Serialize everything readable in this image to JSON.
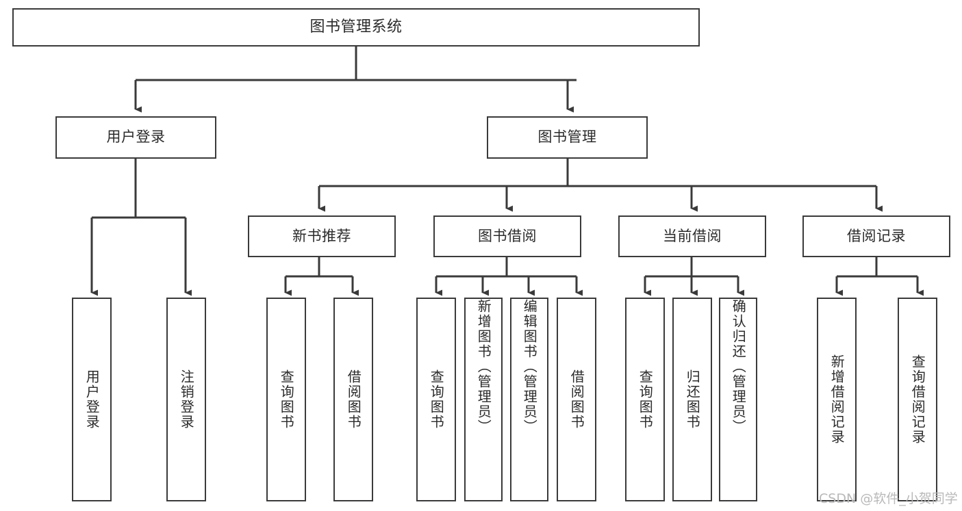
{
  "diagram": {
    "title": "图书管理系统",
    "type": "tree",
    "watermark": "CSDN @软件_小贺同学",
    "colors": {
      "box_border": "#3a3a3a",
      "box_fill": "#ffffff",
      "edge": "#3a3a3a",
      "text": "#2b2b2b",
      "watermark": "#b9b9b9",
      "background": "#ffffff"
    },
    "nodes": {
      "root": {
        "label": "图书管理系统"
      },
      "level1": [
        {
          "label": "用户登录"
        },
        {
          "label": "图书管理"
        }
      ],
      "level2": [
        {
          "label": "新书推荐"
        },
        {
          "label": "图书借阅"
        },
        {
          "label": "当前借阅"
        },
        {
          "label": "借阅记录"
        }
      ],
      "leaves": {
        "user_login": [
          {
            "label": "用户登录"
          },
          {
            "label": "注销登录"
          }
        ],
        "new_book_recommend": [
          {
            "label": "查询图书"
          },
          {
            "label": "借阅图书"
          }
        ],
        "book_borrow": [
          {
            "label": "查询图书"
          },
          {
            "label": "新增图书（管理员）"
          },
          {
            "label": "编辑图书（管理员）"
          },
          {
            "label": "借阅图书"
          }
        ],
        "current_borrow": [
          {
            "label": "查询图书"
          },
          {
            "label": "归还图书"
          },
          {
            "label": "确认归还（管理员）"
          }
        ],
        "borrow_record": [
          {
            "label": "新增借阅记录"
          },
          {
            "label": "查询借阅记录"
          }
        ]
      }
    }
  }
}
